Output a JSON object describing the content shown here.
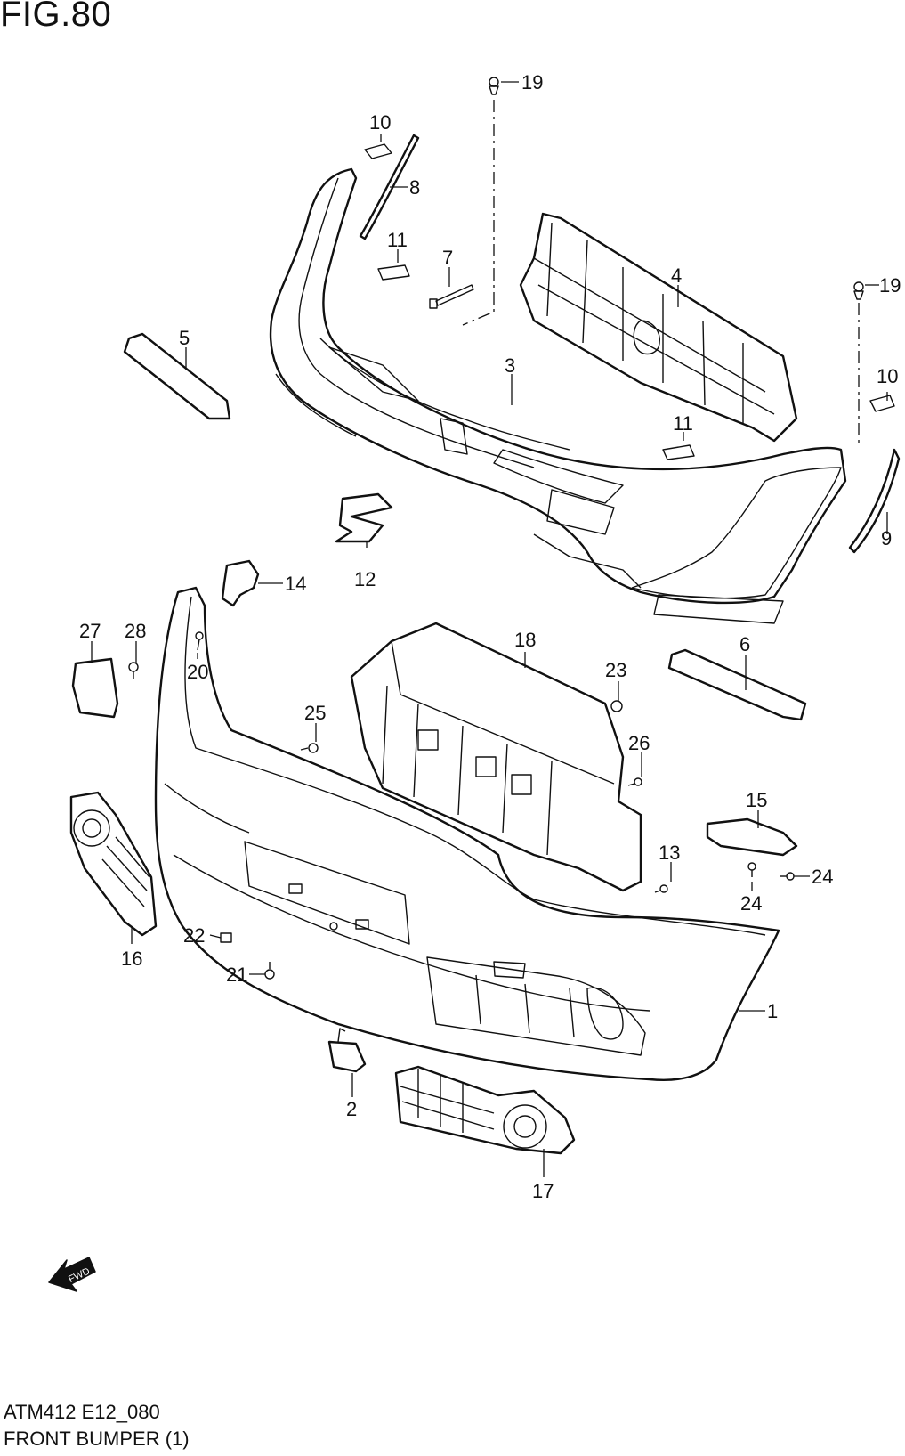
{
  "figure": {
    "title": "FIG.80",
    "code": "ATM412 E12_080",
    "caption": "FRONT BUMPER (1)",
    "fwd_label": "FWD"
  },
  "callouts": [
    "19",
    "10",
    "8",
    "11",
    "7",
    "4",
    "19",
    "5",
    "3",
    "10",
    "11",
    "9",
    "12",
    "14",
    "27",
    "28",
    "20",
    "18",
    "6",
    "23",
    "25",
    "26",
    "15",
    "13",
    "24",
    "24",
    "16",
    "22",
    "21",
    "1",
    "2",
    "17"
  ],
  "colors": {
    "line": "#111111",
    "background": "#ffffff"
  }
}
